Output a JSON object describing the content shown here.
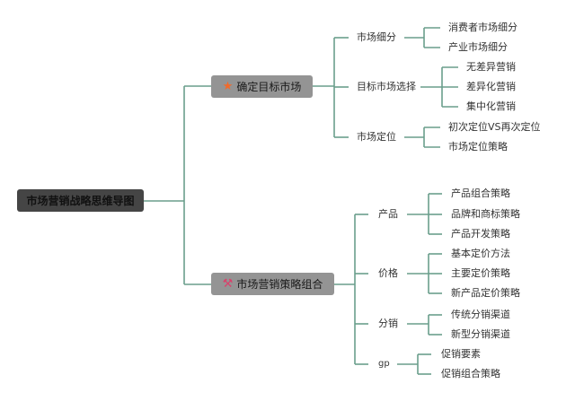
{
  "title": "市场营销战略思维导图",
  "colors": {
    "line": "#6a9e8c",
    "root_bg": "#454545",
    "branch_bg": "#949494",
    "star": "#f26a2a",
    "pink": "#d8436c"
  },
  "branches": [
    {
      "label": "确定目标市场",
      "icon": "star-icon",
      "icon_glyph": "★",
      "children": [
        {
          "label": "市场细分",
          "children": [
            "消费者市场细分",
            "产业市场细分"
          ]
        },
        {
          "label": "目标市场选择",
          "children": [
            "无差异营销",
            "差异化营销",
            "集中化营销"
          ]
        },
        {
          "label": "市场定位",
          "children": [
            "初次定位VS再次定位",
            "市场定位策略"
          ]
        }
      ]
    },
    {
      "label": "市场营销策略组合",
      "icon": "tools-icon",
      "icon_glyph": "⚒",
      "children": [
        {
          "label": "产品",
          "children": [
            "产品组合策略",
            "品牌和商标策略",
            "产品开发策略"
          ]
        },
        {
          "label": "价格",
          "children": [
            "基本定价方法",
            "主要定价策略",
            "新产品定价策略"
          ]
        },
        {
          "label": "分销",
          "children": [
            "传统分销渠道",
            "新型分销渠道"
          ]
        },
        {
          "label": "gp",
          "children": [
            "促销要素",
            "促销组合策略"
          ]
        }
      ]
    }
  ]
}
